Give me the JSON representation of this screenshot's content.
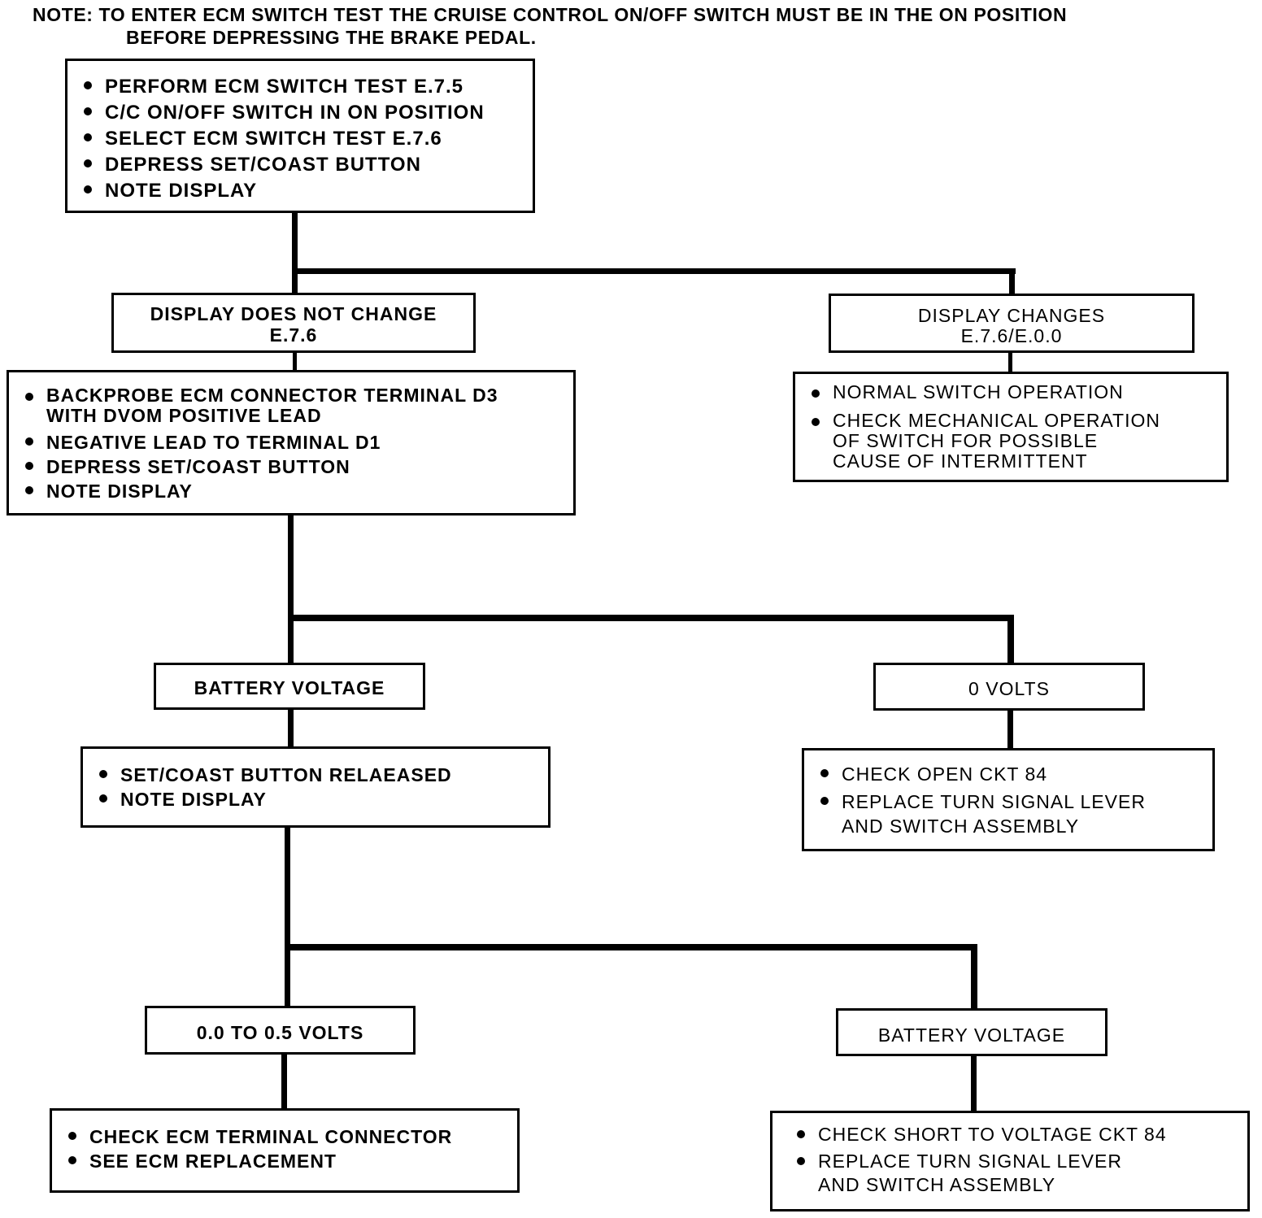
{
  "note": {
    "line1": "NOTE: TO ENTER ECM SWITCH TEST THE CRUISE CONTROL ON/OFF SWITCH MUST BE IN THE ON POSITION",
    "line2": "BEFORE DEPRESSING THE BRAKE PEDAL."
  },
  "start": {
    "items": [
      "PERFORM ECM SWITCH TEST E.7.5",
      "C/C ON/OFF SWITCH IN ON POSITION",
      "SELECT ECM SWITCH TEST E.7.6",
      "DEPRESS SET/COAST BUTTON",
      "NOTE DISPLAY"
    ]
  },
  "branch1": {
    "left": {
      "line1": "DISPLAY DOES NOT CHANGE",
      "line2": "E.7.6"
    },
    "right": {
      "line1": "DISPLAY CHANGES",
      "line2": "E.7.6/E.0.0"
    }
  },
  "step2": {
    "items": [
      [
        "BACKPROBE ECM CONNECTOR TERMINAL D3",
        "WITH DVOM POSITIVE LEAD"
      ],
      [
        "NEGATIVE LEAD TO TERMINAL D1"
      ],
      [
        "DEPRESS SET/COAST BUTTON"
      ],
      [
        "NOTE DISPLAY"
      ]
    ]
  },
  "normal": {
    "items": [
      [
        "NORMAL SWITCH OPERATION"
      ],
      [
        "CHECK MECHANICAL OPERATION",
        "OF SWITCH  FOR POSSIBLE",
        "CAUSE OF INTERMITTENT"
      ]
    ]
  },
  "branch2": {
    "left": "BATTERY VOLTAGE",
    "right": "0 VOLTS"
  },
  "step3": {
    "items": [
      "SET/COAST BUTTON RELAEASED",
      "NOTE DISPLAY"
    ]
  },
  "open_ckt": {
    "items": [
      [
        "CHECK OPEN CKT 84"
      ],
      [
        "REPLACE TURN SIGNAL LEVER",
        "AND SWITCH ASSEMBLY"
      ]
    ]
  },
  "branch3": {
    "left": "0.0 TO 0.5 VOLTS",
    "right": "BATTERY VOLTAGE"
  },
  "ecm_check": {
    "items": [
      "CHECK ECM TERMINAL CONNECTOR",
      "SEE ECM REPLACEMENT"
    ]
  },
  "short_ckt": {
    "items": [
      [
        "CHECK SHORT TO VOLTAGE CKT 84"
      ],
      [
        "REPLACE TURN SIGNAL LEVER",
        "AND SWITCH ASSEMBLY"
      ]
    ]
  }
}
